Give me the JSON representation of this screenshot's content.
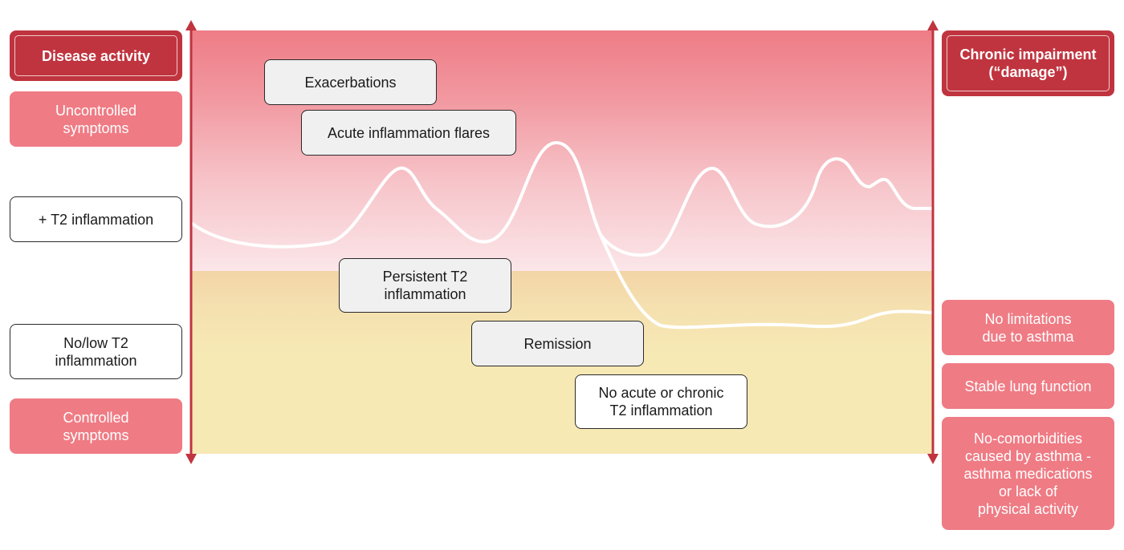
{
  "left_panel": {
    "header": "Disease activity",
    "uncontrolled": "Uncontrolled\nsymptoms",
    "t2_plus": "+ T2 inflammation",
    "t2_low": "No/low T2\ninflammation",
    "controlled": "Controlled\nsymptoms"
  },
  "right_panel": {
    "header": "Chronic impairment\n(“damage”)",
    "no_limitations": "No limitations\ndue to asthma",
    "stable_lung": "Stable lung function",
    "no_comorbidities": "No-comorbidities\ncaused by asthma -\nasthma medications\nor lack of\nphysical activity"
  },
  "plot_labels": {
    "exacerbations": "Exacerbations",
    "acute_flares": "Acute inflammation flares",
    "persistent_t2": "Persistent T2\ninflammation",
    "remission": "Remission",
    "no_acute_chronic": "No acute or chronic\nT2 inflammation"
  },
  "colors": {
    "axis": "#c0343f",
    "header_fill": "#c0343f",
    "pink_box": "#ef7b84",
    "curve": "#ffffff"
  }
}
